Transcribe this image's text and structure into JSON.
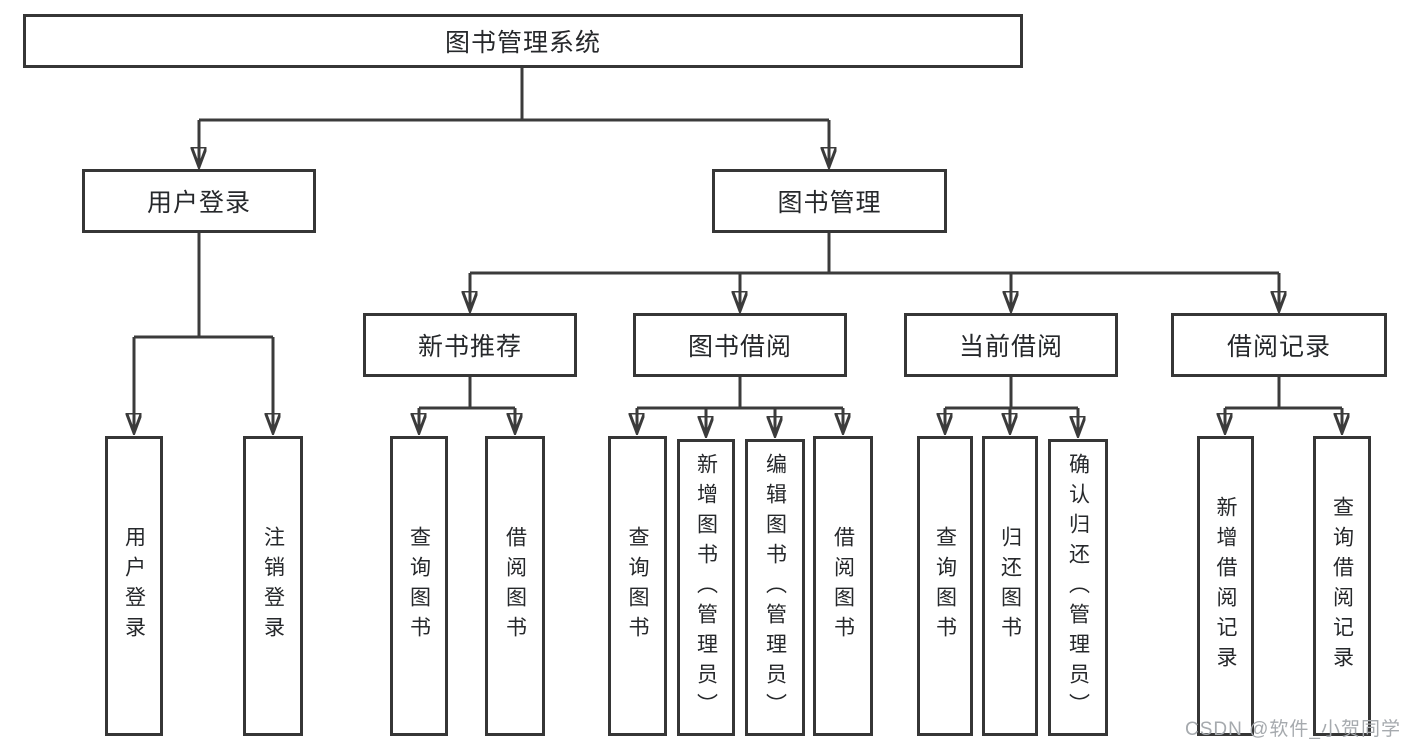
{
  "tree": {
    "root": {
      "label": "图书管理系统"
    },
    "login": {
      "label": "用户登录",
      "children": [
        "用户登录",
        "注销登录"
      ]
    },
    "mgmt": {
      "label": "图书管理",
      "groups": [
        {
          "label": "新书推荐",
          "children": [
            "查询图书",
            "借阅图书"
          ]
        },
        {
          "label": "图书借阅",
          "children": [
            "查询图书",
            "新增图书（管理员）",
            "编辑图书（管理员）",
            "借阅图书"
          ]
        },
        {
          "label": "当前借阅",
          "children": [
            "查询图书",
            "归还图书",
            "确认归还（管理员）"
          ]
        },
        {
          "label": "借阅记录",
          "children": [
            "新增借阅记录",
            "查询借阅记录"
          ]
        }
      ]
    }
  },
  "watermark": {
    "text": "CSDN @软件_小贺同学"
  },
  "colors": {
    "line": "#3b3b3b",
    "border": "#363636",
    "text": "#26282b",
    "watermark_text": "#a6aaae",
    "background": "#ffffff"
  }
}
